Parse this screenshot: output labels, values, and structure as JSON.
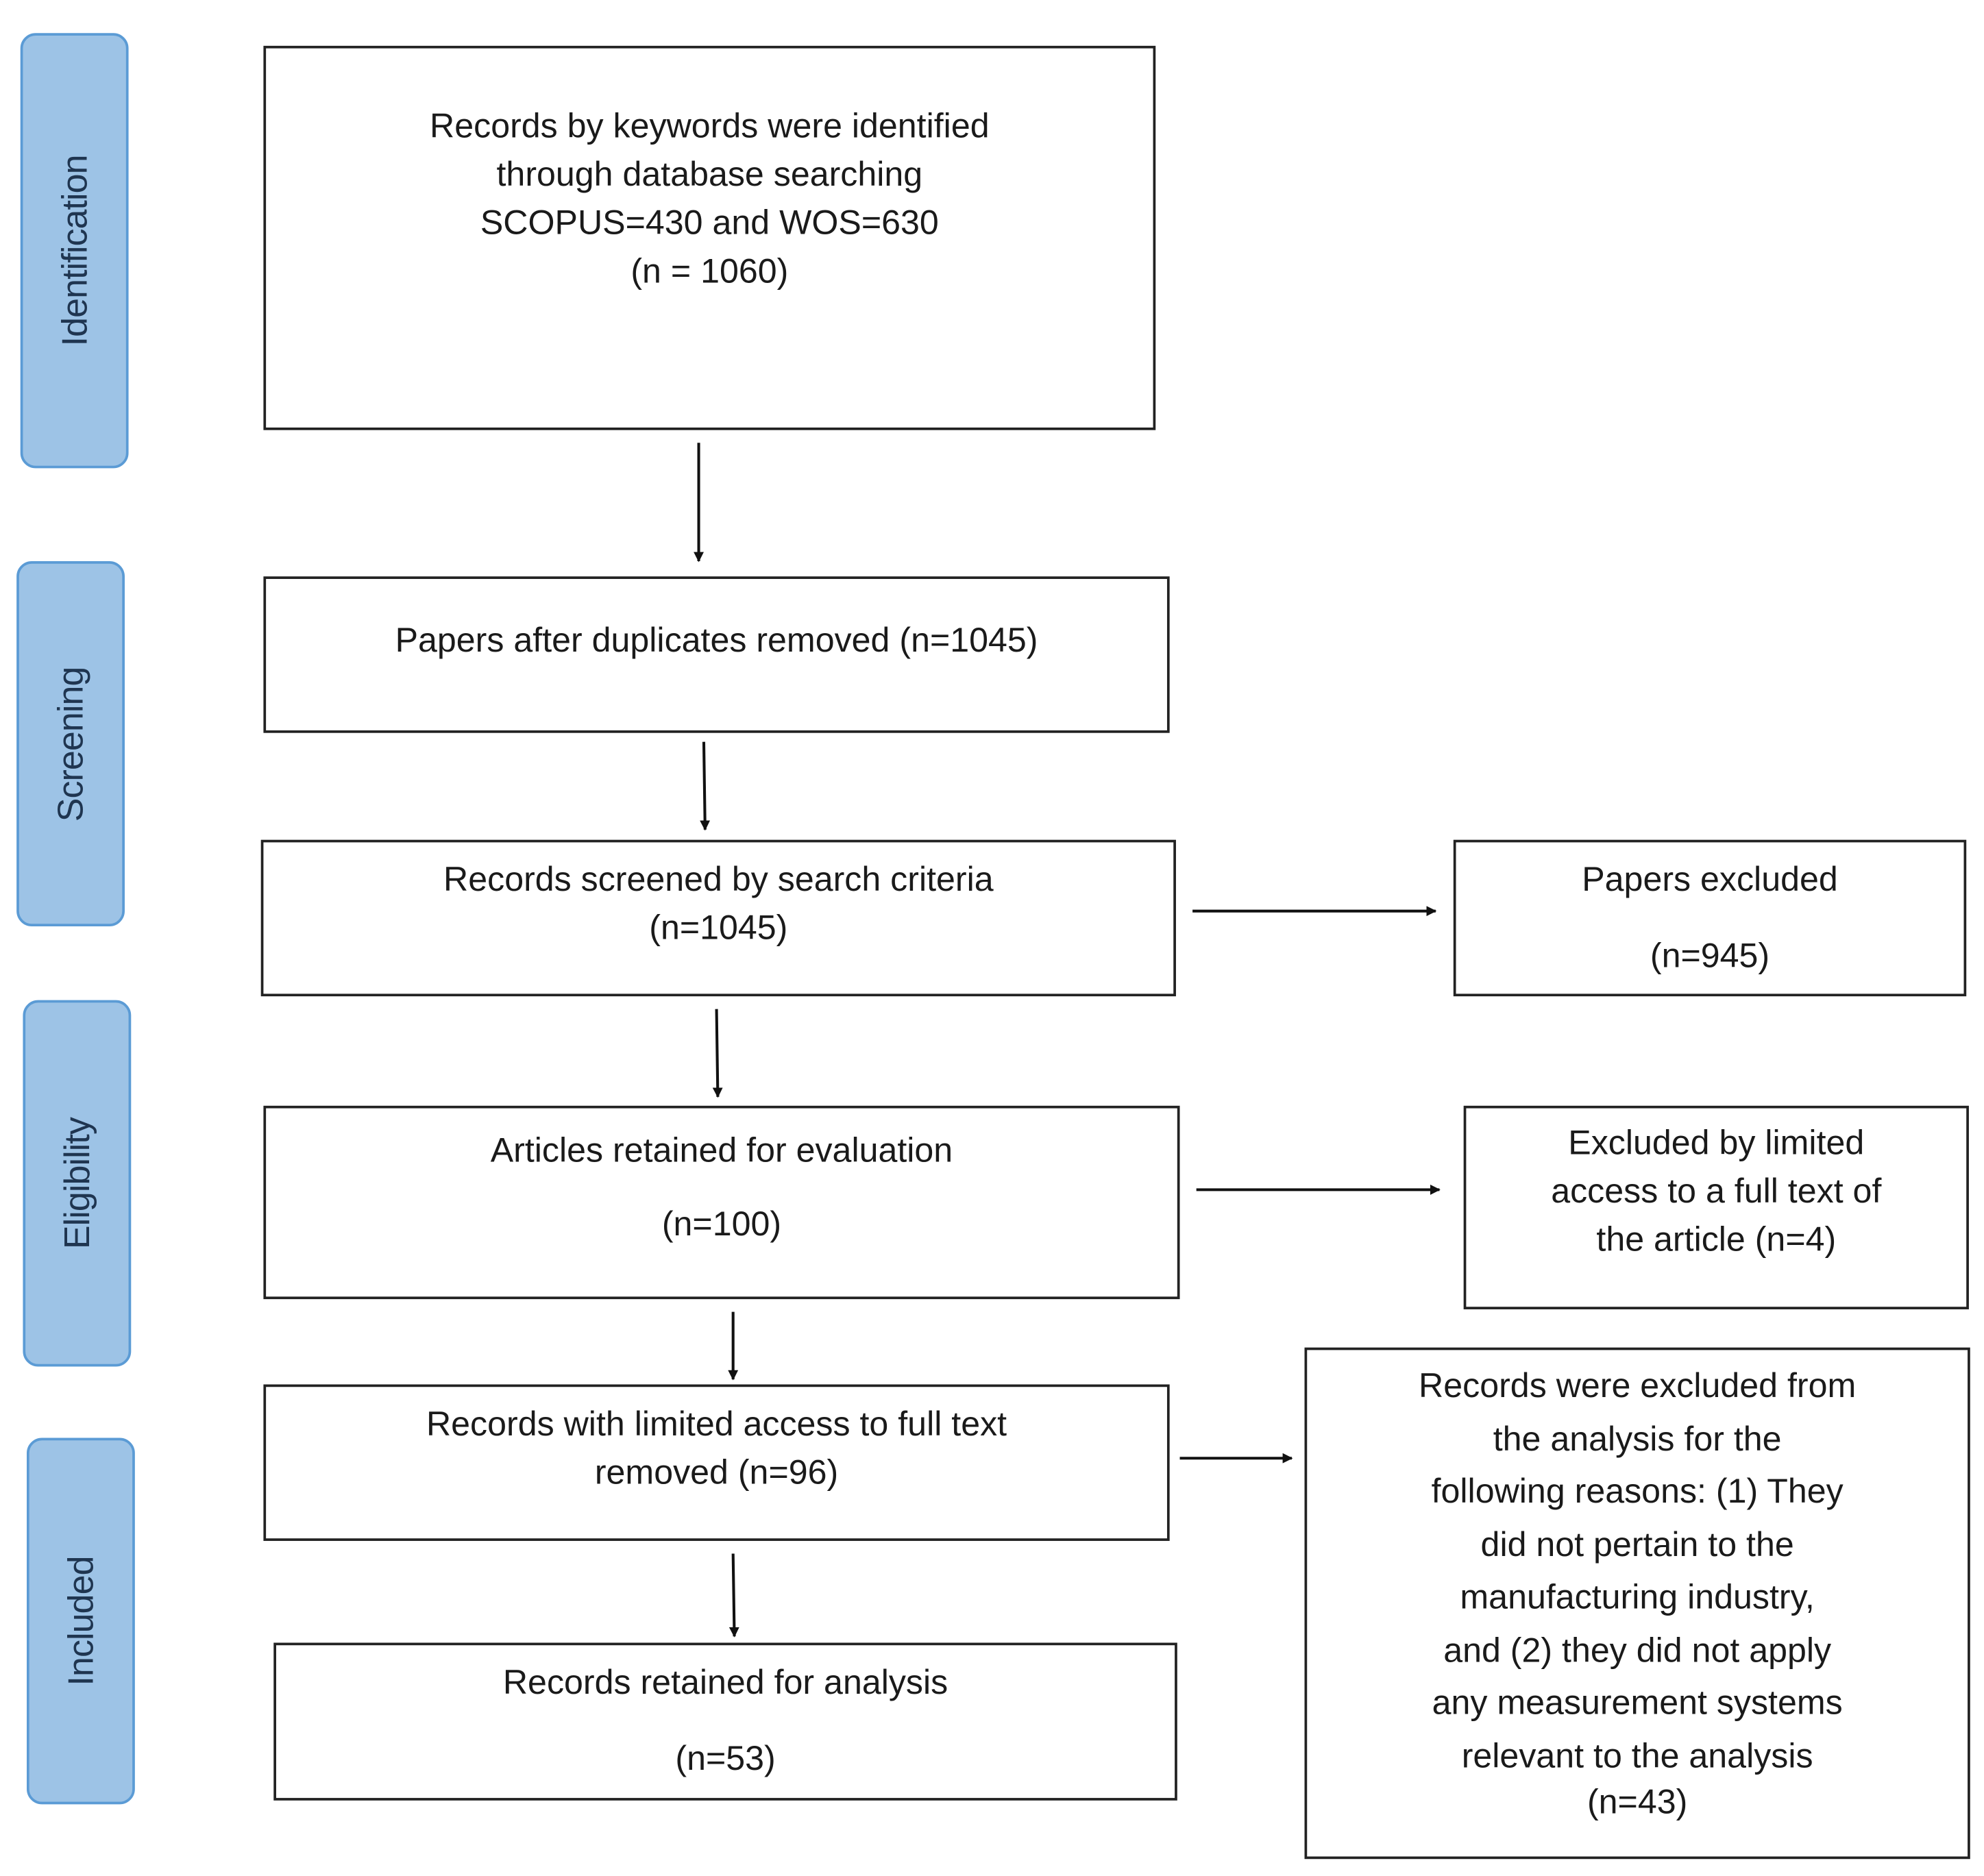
{
  "phases": {
    "identification": "Identification",
    "screening": "Screening",
    "eligibility": "Eligibility",
    "included": "Included"
  },
  "boxes": {
    "identified": {
      "line1": "Records by keywords were identified",
      "line2": "through database searching",
      "line3": "SCOPUS=430 and WOS=630",
      "line4": "(n = 1060)"
    },
    "duplicates_removed": {
      "line1": "Papers after duplicates removed (n=1045)"
    },
    "screened": {
      "line1": "Records screened by search criteria",
      "line2": "(n=1045)"
    },
    "papers_excluded": {
      "line1": "Papers excluded",
      "line2": "(n=945)"
    },
    "retained_evaluation": {
      "line1": "Articles retained for evaluation",
      "line2": "(n=100)"
    },
    "excluded_limited_access": {
      "line1": "Excluded by limited",
      "line2": "access to a full text of",
      "line3": "the article (n=4)"
    },
    "limited_access_removed": {
      "line1": "Records with limited access to full text",
      "line2": "removed (n=96)"
    },
    "retained_analysis": {
      "line1": "Records retained for analysis",
      "line2": "(n=53)"
    },
    "excluded_reasons": {
      "line1": "Records were excluded from",
      "line2": "the analysis for the",
      "line3": "following reasons: (1) They",
      "line4": "did not pertain to the",
      "line5": "manufacturing industry,",
      "line6": "and (2) they did not apply",
      "line7": "any measurement systems",
      "line8": "relevant to the analysis",
      "line9": "(n=43)"
    }
  }
}
